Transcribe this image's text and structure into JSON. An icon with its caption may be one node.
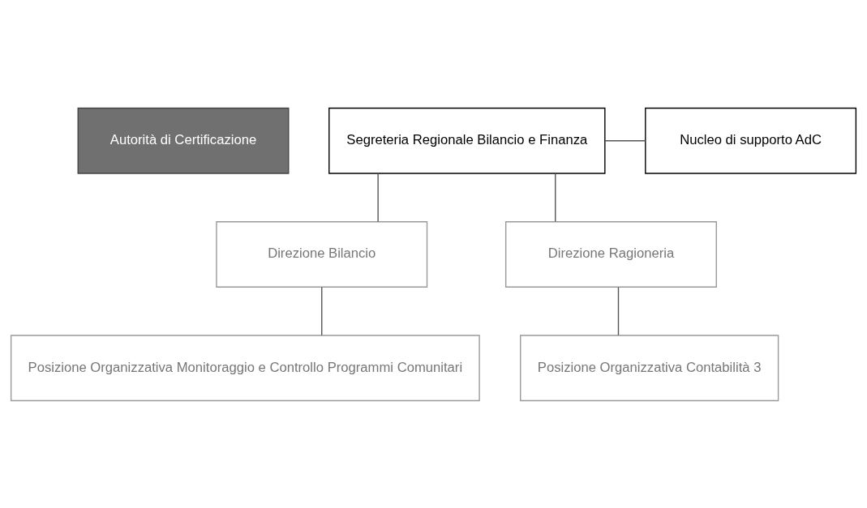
{
  "diagram": {
    "nodes": [
      {
        "text": [
          "Autorità di Certificazione"
        ]
      },
      {
        "text": [
          "Segreteria Regionale Bilancio e Finanza"
        ]
      },
      {
        "text": [
          "Nucleo di supporto AdC"
        ]
      },
      {
        "text": [
          "Direzione Bilancio"
        ]
      },
      {
        "text": [
          "Direzione Ragioneria"
        ]
      },
      {
        "text": [
          "Posizione Organizzativa Monitoraggio e Controllo Programmi Comunitari"
        ]
      },
      {
        "text": [
          "Posizione Organizzativa Contabilità 3"
        ]
      }
    ],
    "edges": [
      {
        "from": 1,
        "to": 2,
        "arrow": "none"
      },
      {
        "from": 1,
        "to": 3,
        "arrow": "none"
      },
      {
        "from": 1,
        "to": 4,
        "arrow": "none"
      },
      {
        "from": 3,
        "to": 5,
        "arrow": "none"
      },
      {
        "from": 4,
        "to": 6,
        "arrow": "none"
      }
    ]
  }
}
